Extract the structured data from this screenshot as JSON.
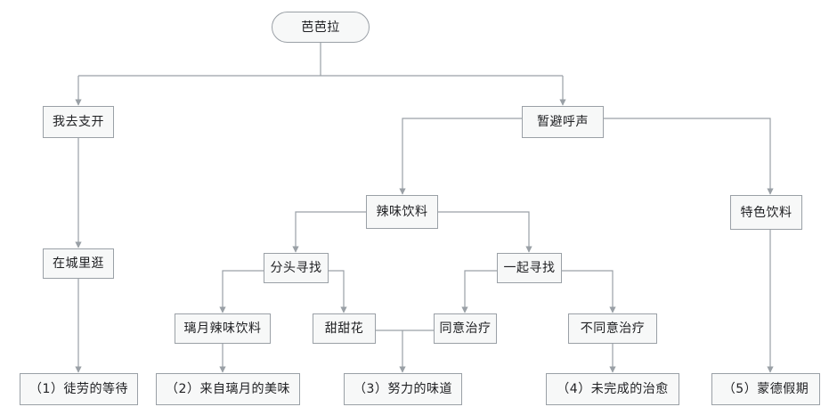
{
  "diagram": {
    "type": "flowchart",
    "title": "芭芭拉",
    "orientation": "top-down",
    "node_fill": "#f7f8f8",
    "node_border": "#9aa0a6",
    "edge_color": "#9aa0a6",
    "text_color": "#202124"
  },
  "nodes": {
    "root": {
      "label": "芭芭拉",
      "shape": "rounded-pill"
    },
    "n_zhikai": {
      "label": "我去支开",
      "shape": "rect"
    },
    "n_zanbi": {
      "label": "暂避呼声",
      "shape": "rect"
    },
    "n_lawei": {
      "label": "辣味饮料",
      "shape": "rect"
    },
    "n_tese": {
      "label": "特色饮料",
      "shape": "rect"
    },
    "n_chengli": {
      "label": "在城里逛",
      "shape": "rect"
    },
    "n_fentou": {
      "label": "分头寻找",
      "shape": "rect"
    },
    "n_yiqi": {
      "label": "一起寻找",
      "shape": "rect"
    },
    "n_liyue": {
      "label": "璃月辣味饮料",
      "shape": "rect"
    },
    "n_tiantian": {
      "label": "甜甜花",
      "shape": "rect"
    },
    "n_tongyi": {
      "label": "同意治疗",
      "shape": "rect"
    },
    "n_butongyi": {
      "label": "不同意治疗",
      "shape": "rect"
    },
    "end1": {
      "label": "（1）徒劳的等待",
      "shape": "rect"
    },
    "end2": {
      "label": "（2）来自璃月的美味",
      "shape": "rect"
    },
    "end3": {
      "label": "（3）努力的味道",
      "shape": "rect"
    },
    "end4": {
      "label": "（4）未完成的治愈",
      "shape": "rect"
    },
    "end5": {
      "label": "（5）蒙德假期",
      "shape": "rect"
    }
  },
  "edges": [
    {
      "from": "root",
      "to": "n_zhikai"
    },
    {
      "from": "root",
      "to": "n_zanbi"
    },
    {
      "from": "n_zanbi",
      "to": "n_lawei"
    },
    {
      "from": "n_zanbi",
      "to": "n_tese"
    },
    {
      "from": "n_zhikai",
      "to": "n_chengli"
    },
    {
      "from": "n_lawei",
      "to": "n_fentou"
    },
    {
      "from": "n_lawei",
      "to": "n_yiqi"
    },
    {
      "from": "n_fentou",
      "to": "n_liyue"
    },
    {
      "from": "n_fentou",
      "to": "n_tiantian"
    },
    {
      "from": "n_yiqi",
      "to": "n_tongyi"
    },
    {
      "from": "n_yiqi",
      "to": "n_butongyi"
    },
    {
      "from": "n_chengli",
      "to": "end1"
    },
    {
      "from": "n_liyue",
      "to": "end2"
    },
    {
      "from": "n_tiantian",
      "to": "end3"
    },
    {
      "from": "n_tongyi",
      "to": "end3"
    },
    {
      "from": "n_butongyi",
      "to": "end4"
    },
    {
      "from": "n_tese",
      "to": "end5"
    }
  ]
}
